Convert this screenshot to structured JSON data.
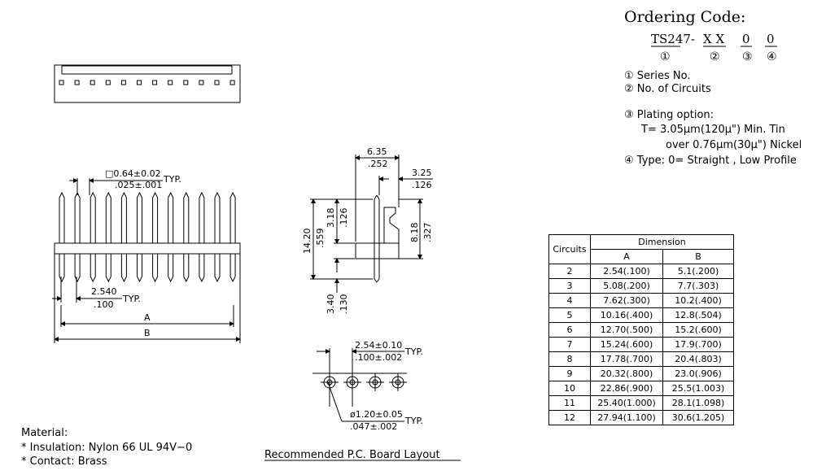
{
  "ordering": {
    "title": "Ordering Code:",
    "prefix": "TS247-",
    "part2": "X X",
    "part3": "0",
    "part4": "0",
    "num1": "①",
    "num2": "②",
    "num3": "③",
    "num4": "④",
    "legend": [
      "① Series  No.",
      "② No.  of  Circuits"
    ],
    "plating_title": "③ Plating  option:",
    "plating_line1": "T=  3.05μm(120μ\")  Min.  Tin",
    "plating_line2": "over  0.76μm(30μ\")  Nickel",
    "type_line": "④ Type:  0=  Straight  ,  Low Profile"
  },
  "front_view": {
    "pin_size_mm": "□0.64±0.02",
    "pin_size_in": ".025±.001",
    "pin_size_typ": "TYP.",
    "pitch_mm": "2.540",
    "pitch_in": ".100",
    "pitch_typ": "TYP.",
    "dim_a": "A",
    "dim_b": "B"
  },
  "side_view": {
    "w_mm": "6.35",
    "w_in": ".252",
    "off_mm": "3.25",
    "off_in": ".126",
    "h_mm": "14.20",
    "h_in": ".559",
    "top_mm": "3.18",
    "top_in": ".126",
    "body_mm": "8.18",
    "body_in": ".327",
    "tail_mm": "3.40",
    "tail_in": ".130"
  },
  "pcb_layout": {
    "pitch_mm": "2.54±0.10",
    "pitch_in": ".100±.002",
    "pitch_typ": "TYP.",
    "hole_mm": "ø1.20±0.05",
    "hole_in": ".047±.002",
    "hole_typ": "TYP.",
    "caption": "Recommended  P.C.  Board  Layout"
  },
  "material": {
    "title": "Material:",
    "insulation": "*  Insulation:  Nylon  66  UL  94V−0",
    "contact": "*  Contact:  Brass"
  },
  "table": {
    "col_circuits": "Circuits",
    "col_dimension": "Dimension",
    "col_a": "A",
    "col_b": "B",
    "rows": [
      {
        "n": "2",
        "a": "2.54(.100)",
        "b": "5.1(.200)"
      },
      {
        "n": "3",
        "a": "5.08(.200)",
        "b": "7.7(.303)"
      },
      {
        "n": "4",
        "a": "7.62(.300)",
        "b": "10.2(.400)"
      },
      {
        "n": "5",
        "a": "10.16(.400)",
        "b": "12.8(.504)"
      },
      {
        "n": "6",
        "a": "12.70(.500)",
        "b": "15.2(.600)"
      },
      {
        "n": "7",
        "a": "15.24(.600)",
        "b": "17.9(.700)"
      },
      {
        "n": "8",
        "a": "17.78(.700)",
        "b": "20.4(.803)"
      },
      {
        "n": "9",
        "a": "20.32(.800)",
        "b": "23.0(.906)"
      },
      {
        "n": "10",
        "a": "22.86(.900)",
        "b": "25.5(1.003)"
      },
      {
        "n": "11",
        "a": "25.40(1.000)",
        "b": "28.1(1.098)"
      },
      {
        "n": "12",
        "a": "27.94(1.100)",
        "b": "30.6(1.205)"
      }
    ]
  }
}
